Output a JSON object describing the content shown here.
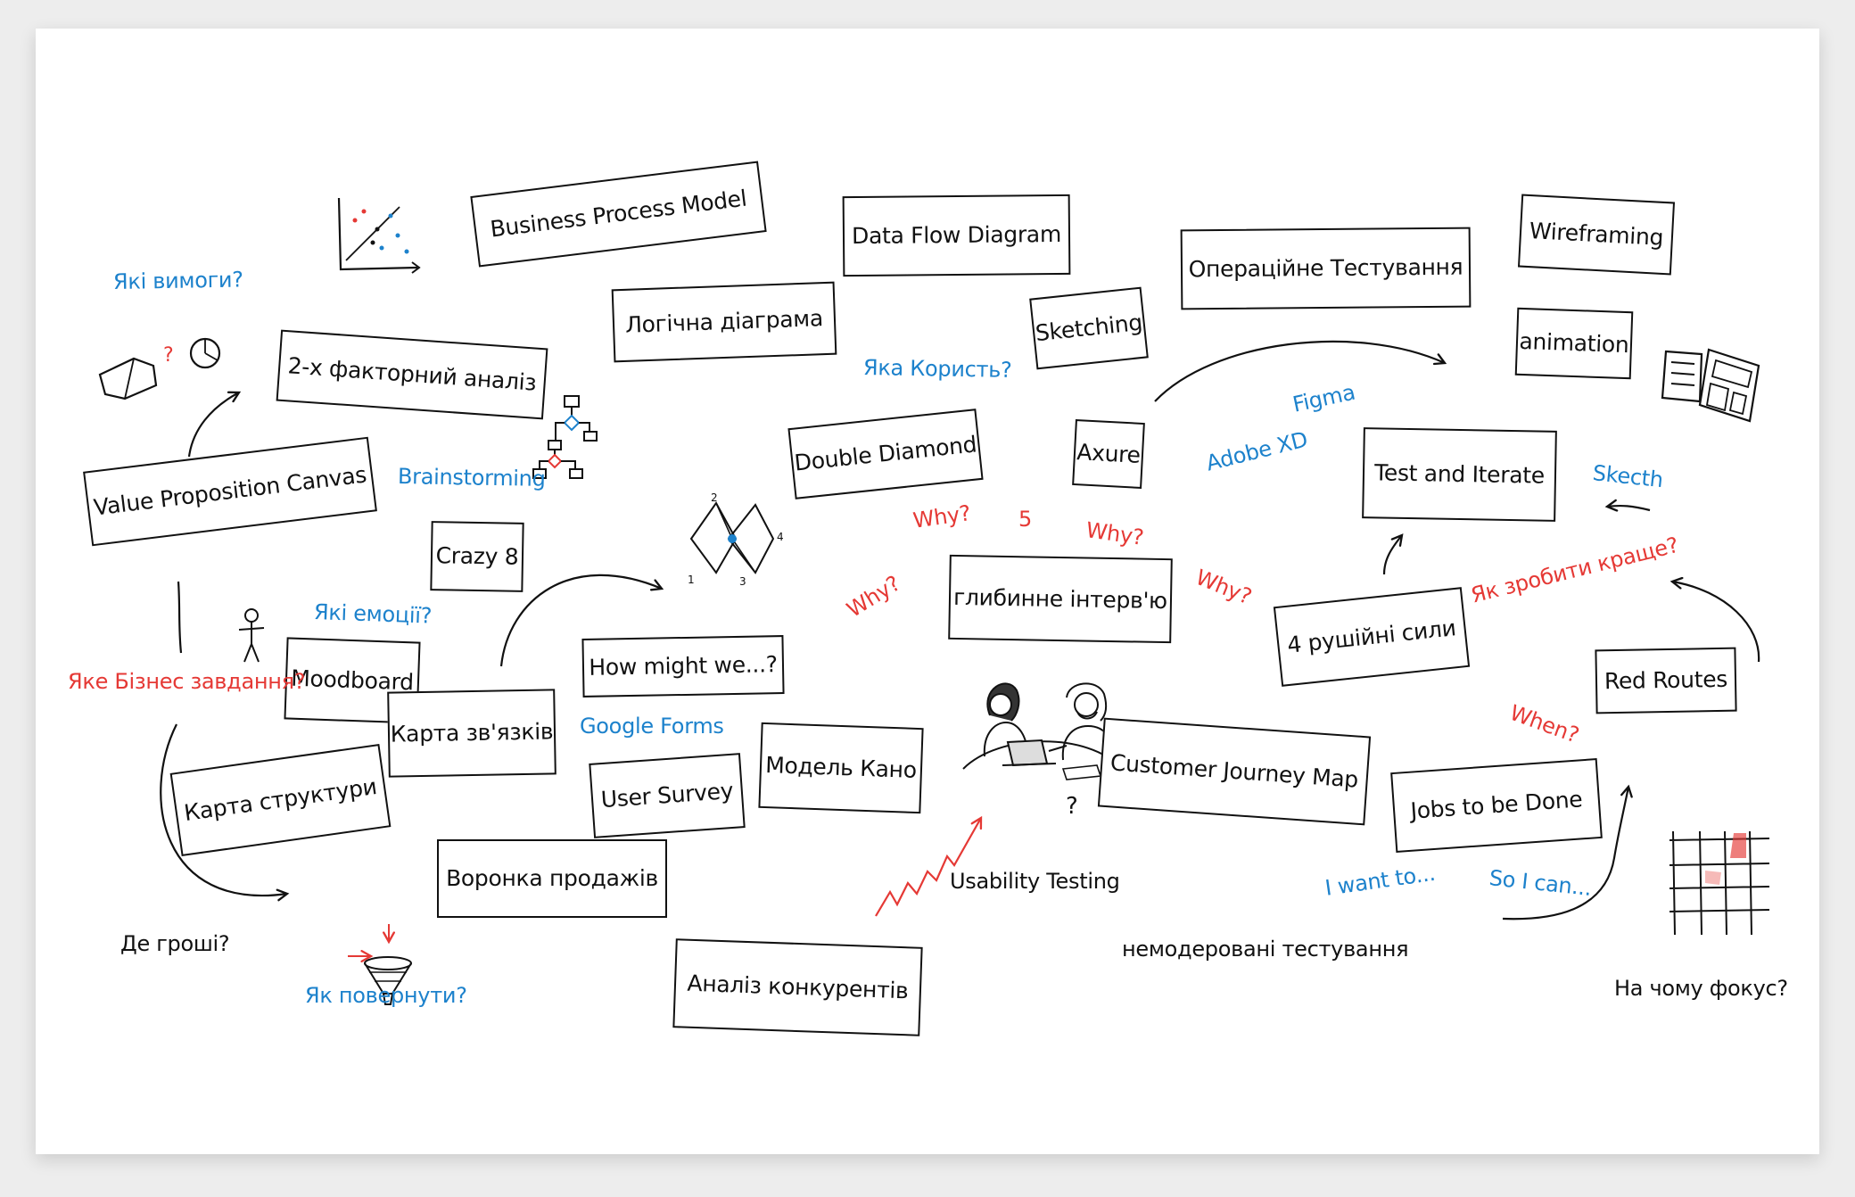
{
  "colors": {
    "ink": "#111111",
    "blue": "#1d82cc",
    "red": "#e53935"
  },
  "cards": {
    "business_process_model": "Business Process Model",
    "data_flow_diagram": "Data Flow Diagram",
    "operational_testing": "Операційне Тестування",
    "wireframing": "Wireframing",
    "logical_diagram": "Логічна діаграма",
    "sketching": "Sketching",
    "animation": "animation",
    "two_factor_analysis": "2-х факторний аналіз",
    "value_proposition_canvas": "Value Proposition Canvas",
    "double_diamond": "Double Diamond",
    "axure": "Axure",
    "test_and_iterate": "Test and Iterate",
    "crazy_8": "Crazy 8",
    "deep_interview": "глибинне інтерв'ю",
    "four_driving_forces": "4 рушійні сили",
    "moodboard": "Moodboard",
    "how_might_we": "How might we...?",
    "connections_map": "Карта зв'язків",
    "red_routes": "Red Routes",
    "structure_map": "Карта структури",
    "user_survey": "User Survey",
    "kano_model": "Модель Кано",
    "customer_journey_map": "Customer Journey Map",
    "jobs_to_be_done": "Jobs to be Done",
    "sales_funnel": "Воронка продажів",
    "competitor_analysis": "Аналіз конкурентів"
  },
  "notes": {
    "which_requirements": "Які вимоги?",
    "what_benefit": "Яка Користь?",
    "figma": "Figma",
    "adobe_xd": "Adobe XD",
    "sketch": "Skecth",
    "brainstorming": "Brainstorming",
    "why_1": "Why?",
    "five": "5",
    "why_2": "Why?",
    "why_3": "Why?",
    "why_4": "Why?",
    "how_to_improve": "Як зробити краще?",
    "which_emotions": "Які емоції?",
    "business_task": "Яке Бізнес завдання?",
    "google_forms": "Google Forms",
    "when": "When?",
    "usability_testing": "Usability Testing",
    "i_want_to": "I want to...",
    "so_i_can": "So I can...",
    "where_money": "Де гроші?",
    "how_return": "Як повернути?",
    "unmoderated_testing": "немодеровані тестування",
    "focus": "На чому фокус?",
    "question_mark": "?",
    "diamond_labels": [
      "1",
      "2",
      "3",
      "4"
    ],
    "sketch_question": "?"
  },
  "icons": {
    "scatter_plot": "scatter-chart-icon",
    "flowchart": "flowchart-icon",
    "wireframe": "wireframe-sketch-icon",
    "double_diamond": "double-diamond-icon",
    "stick_figure": "stick-figure-icon",
    "funnel": "funnel-icon",
    "calendar_grid": "calendar-grid-icon",
    "interview": "interview-people-icon",
    "growth_arrow": "growth-arrow-icon"
  }
}
